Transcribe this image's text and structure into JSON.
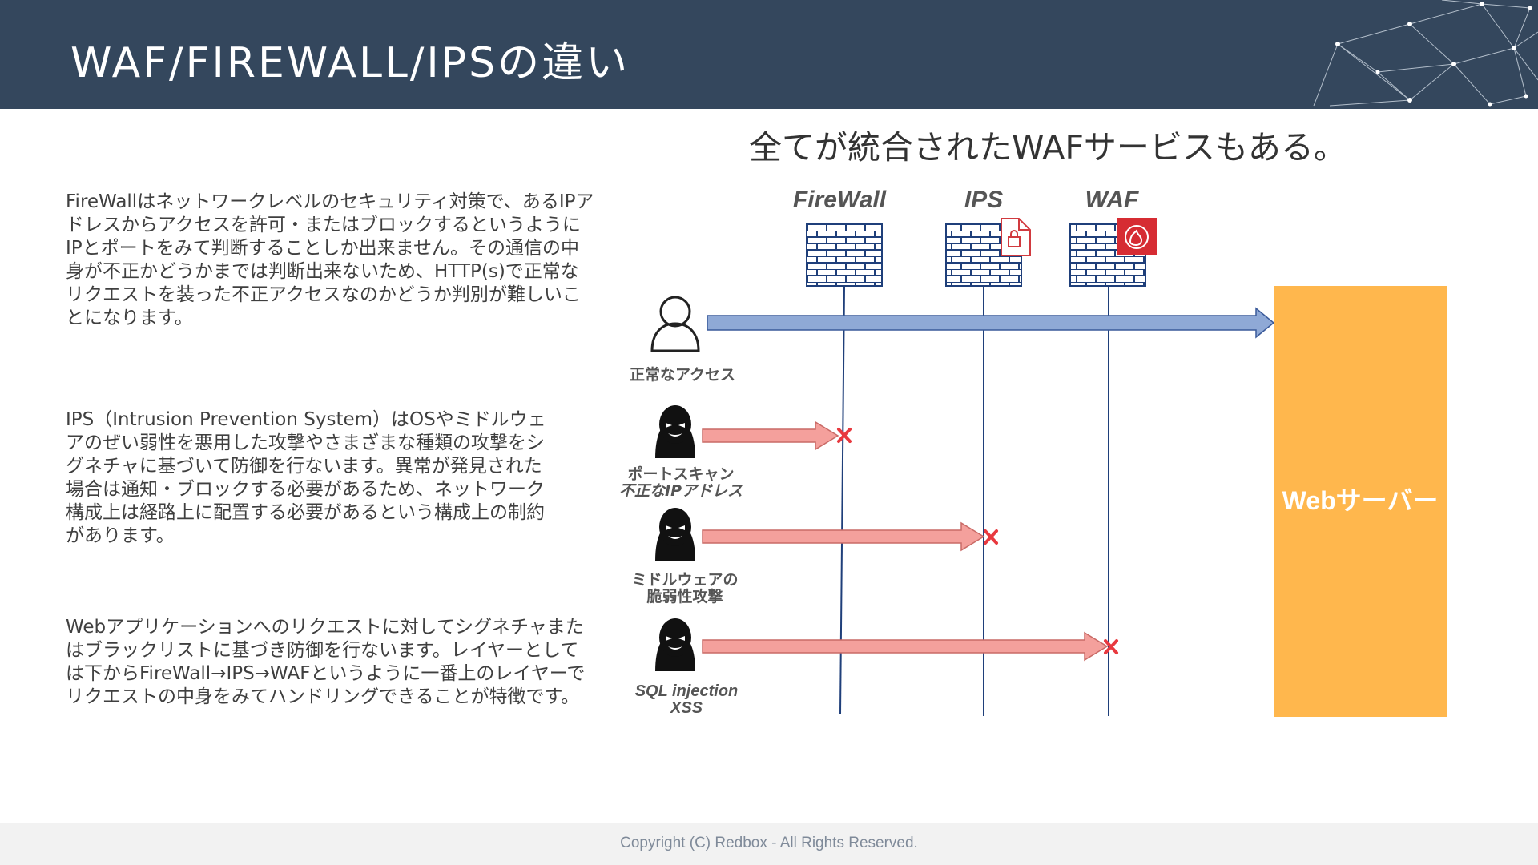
{
  "slide": {
    "title": "WAF/FIREWALL/IPSの違い",
    "subtitle": "全てが統合されたWAFサービスもある。",
    "descriptions": {
      "firewall": "FireWallはネットワークレベルのセキュリティ対策で、あるIPアドレスからアクセスを許可・またはブロックするというようにIPとポートをみて判断することしか出来ません。その通信の中身が不正かどうかまでは判断出来ないため、HTTP(s)で正常なリクエストを装った不正アクセスなのかどうか判別が難しいことになります。",
      "ips": "IPS（Intrusion Prevention System）はOSやミドルウェアのぜい弱性を悪用した攻撃やさまざまな種類の攻撃をシグネチャに基づいて防御を行ないます。異常が発見された場合は通知・ブロックする必要があるため、ネットワーク構成上は経路上に配置する必要があるという構成上の制約があります。",
      "waf": "Webアプリケーションへのリクエストに対してシグネチャまたはブラックリストに基づき防御を行ないます。レイヤーとしては下からFireWall→IPS→WAFというように一番上のレイヤーでリクエストの中身をみてハンドリングできることが特徴です。"
    },
    "footer": "Copyright (C) Redbox - All Rights Reserved."
  },
  "diagram": {
    "layers": {
      "firewall": "FireWall",
      "ips": "IPS",
      "waf": "WAF"
    },
    "actors": {
      "normal": "正常なアクセス",
      "portscan_line1": "ポートスキャン",
      "portscan_line2": "不正なIPアドレス",
      "middleware_line1": "ミドルウェアの",
      "middleware_line2": "脆弱性攻撃",
      "sqli_line1": "SQL injection",
      "sqli_line2": "XSS"
    },
    "server_label": "Webサーバー",
    "colors": {
      "header_bg": "#34475d",
      "allowed_arrow": "#8fa9d6",
      "blocked_arrow": "#f4a09c",
      "block_mark": "#e8393f",
      "server": "#ffb74d",
      "layer_line": "#1f3f7a"
    }
  }
}
